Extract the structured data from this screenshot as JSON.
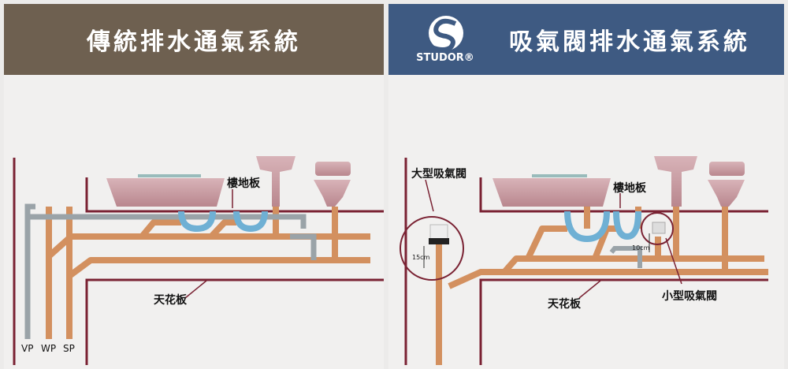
{
  "left_panel": {
    "title": "傳統排水通氣系統",
    "header_color": "#6e6050",
    "labels": {
      "floor": "樓地板",
      "ceiling": "天花板",
      "vp": "VP",
      "wp": "WP",
      "sp": "SP"
    }
  },
  "right_panel": {
    "title": "吸氣閥排水通氣系統",
    "header_color": "#3e5a82",
    "logo_text": "STUDOR®",
    "labels": {
      "floor": "樓地板",
      "ceiling": "天花板",
      "large_valve": "大型吸氣閥",
      "small_valve": "小型吸氣閥",
      "dim_15": "15cm",
      "dim_10": "10cm"
    }
  },
  "colors": {
    "pipe": "#d3905f",
    "vent": "#9aa3a8",
    "trap": "#6fb0d4",
    "fixture": "#c9a0a6",
    "line": "#7a2233"
  }
}
